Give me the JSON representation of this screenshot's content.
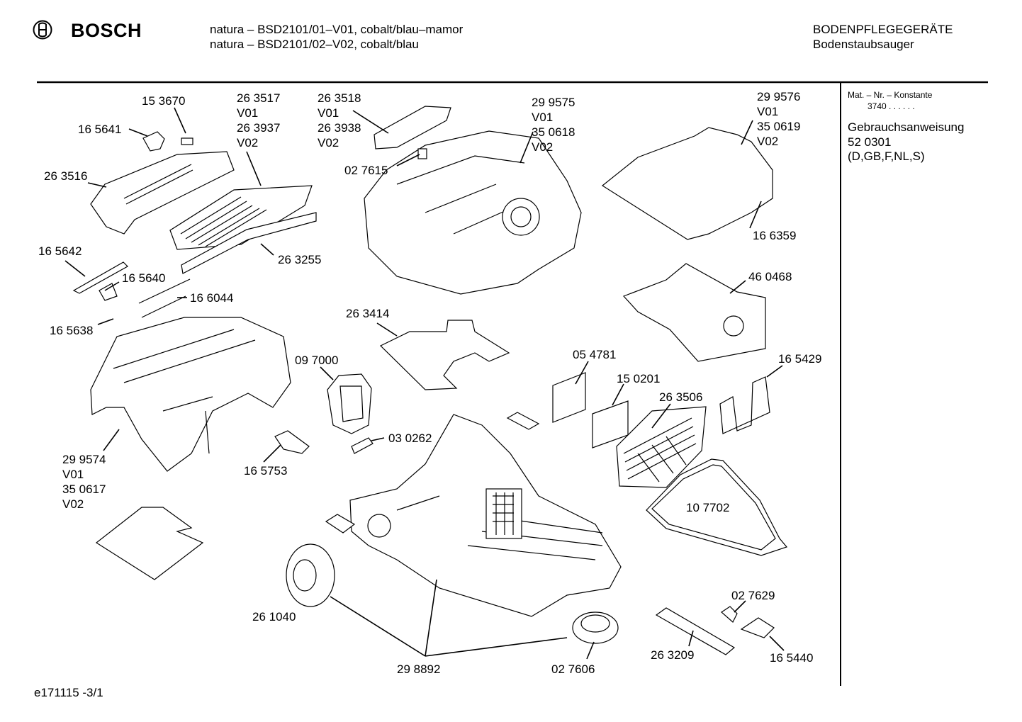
{
  "header": {
    "brand": "BOSCH",
    "model_line_1": "natura – BSD2101/01–V01, cobalt/blau–mamor",
    "model_line_2": "natura – BSD2101/02–V02, cobalt/blau",
    "category": "BODENPFLEGEGERÄTE",
    "subcategory": "Bodenstaubsauger"
  },
  "sidebar": {
    "mat_label": "Mat. – Nr. – Konstante",
    "mat_value": "3740  .  .  .  .  .  .",
    "manual_label": "Gebrauchsanweisung",
    "manual_number": "52 0301",
    "manual_langs": "(D,GB,F,NL,S)"
  },
  "footer": {
    "doc_id": "e171115 -3/1"
  },
  "icons": {
    "logo": "bosch-armature-logo-icon"
  },
  "parts": [
    {
      "id": "p153670",
      "lines": [
        "15 3670"
      ]
    },
    {
      "id": "p165641",
      "lines": [
        "16 5641"
      ]
    },
    {
      "id": "p263517",
      "lines": [
        "26 3517",
        "V01",
        "26 3937",
        "V02"
      ]
    },
    {
      "id": "p263516",
      "lines": [
        "26 3516"
      ]
    },
    {
      "id": "p263518",
      "lines": [
        "26 3518",
        "V01",
        "26 3938",
        "V02"
      ]
    },
    {
      "id": "p027615",
      "lines": [
        "02 7615"
      ]
    },
    {
      "id": "p299575",
      "lines": [
        "29 9575",
        "V01",
        "35 0618",
        "V02"
      ]
    },
    {
      "id": "p299576",
      "lines": [
        "29 9576",
        "V01",
        "35 0619",
        "V02"
      ]
    },
    {
      "id": "p166359",
      "lines": [
        "16 6359"
      ]
    },
    {
      "id": "p165642",
      "lines": [
        "16 5642"
      ]
    },
    {
      "id": "p165640",
      "lines": [
        "16 5640"
      ]
    },
    {
      "id": "p263255",
      "lines": [
        "26 3255"
      ]
    },
    {
      "id": "p166044",
      "lines": [
        "16 6044"
      ]
    },
    {
      "id": "p165638",
      "lines": [
        "16 5638"
      ]
    },
    {
      "id": "p460468",
      "lines": [
        "46 0468"
      ]
    },
    {
      "id": "p263414",
      "lines": [
        "26 3414"
      ]
    },
    {
      "id": "p097000",
      "lines": [
        "09 7000"
      ]
    },
    {
      "id": "p054781",
      "lines": [
        "05 4781"
      ]
    },
    {
      "id": "p150201",
      "lines": [
        "15 0201"
      ]
    },
    {
      "id": "p263506",
      "lines": [
        "26 3506"
      ]
    },
    {
      "id": "p165429",
      "lines": [
        "16 5429"
      ]
    },
    {
      "id": "p030262",
      "lines": [
        "03 0262"
      ]
    },
    {
      "id": "p299574",
      "lines": [
        "29 9574",
        "V01",
        "35 0617",
        "V02"
      ]
    },
    {
      "id": "p165753",
      "lines": [
        "16 5753"
      ]
    },
    {
      "id": "p107702",
      "lines": [
        "10 7702"
      ]
    },
    {
      "id": "p027629",
      "lines": [
        "02 7629"
      ]
    },
    {
      "id": "p261040",
      "lines": [
        "26 1040"
      ]
    },
    {
      "id": "p263209",
      "lines": [
        "26 3209"
      ]
    },
    {
      "id": "p165440",
      "lines": [
        "16 5440"
      ]
    },
    {
      "id": "p298892",
      "lines": [
        "29 8892"
      ]
    },
    {
      "id": "p027606",
      "lines": [
        "02 7606"
      ]
    }
  ]
}
